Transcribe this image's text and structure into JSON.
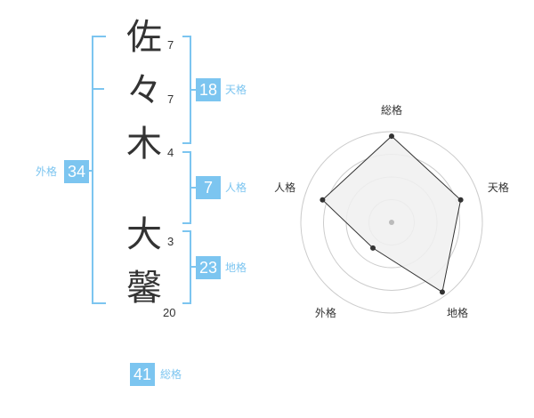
{
  "name": {
    "chars": [
      "佐",
      "々",
      "木",
      "大",
      "馨"
    ],
    "strokes": [
      "7",
      "7",
      "4",
      "3",
      "20"
    ]
  },
  "fortunes": {
    "tenkaku": {
      "value": "18",
      "label": "天格"
    },
    "jinkaku": {
      "value": "7",
      "label": "人格"
    },
    "chikaku": {
      "value": "23",
      "label": "地格"
    },
    "gaikaku": {
      "value": "34",
      "label": "外格"
    },
    "soukaku": {
      "value": "41",
      "label": "総格"
    }
  },
  "radar": {
    "axes": [
      "総格",
      "天格",
      "地格",
      "外格",
      "人格"
    ],
    "values": [
      0.95,
      0.8,
      0.95,
      0.35,
      0.8
    ],
    "max_level": 1,
    "rings": 4,
    "fill_color": "#f0f0f0",
    "line_color": "#333333",
    "ring_color": "#cccccc"
  },
  "colors": {
    "accent": "#7cc5f0",
    "text": "#333333"
  }
}
